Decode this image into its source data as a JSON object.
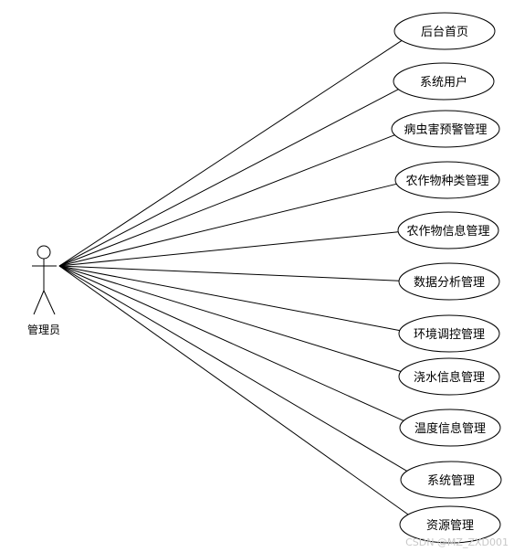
{
  "actor": {
    "name": "管理员"
  },
  "use_cases": [
    {
      "label": "后台首页"
    },
    {
      "label": "系统用户"
    },
    {
      "label": "病虫害预警管理"
    },
    {
      "label": "农作物种类管理"
    },
    {
      "label": "农作物信息管理"
    },
    {
      "label": "数据分析管理"
    },
    {
      "label": "环境调控管理"
    },
    {
      "label": "浇水信息管理"
    },
    {
      "label": "温度信息管理"
    },
    {
      "label": "系统管理"
    },
    {
      "label": "资源管理"
    }
  ],
  "watermark": "CSDN @MZ_ZXD001",
  "colors": {
    "stroke": "#000000",
    "background": "#ffffff",
    "watermark": "#c8c8c8"
  }
}
